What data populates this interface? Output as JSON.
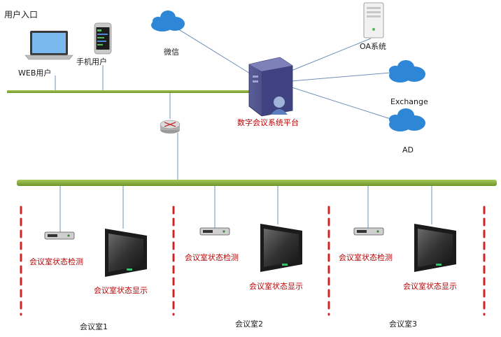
{
  "labels": {
    "user_entry": "用户入口",
    "web_user": "WEB用户",
    "mobile_user": "手机用户",
    "wechat": "微信",
    "oa": "OA系统",
    "exchange": "Exchange",
    "ad": "AD",
    "platform": "数字会议系统平台"
  },
  "rooms": [
    {
      "detect": "会议室状态检测",
      "display": "会议室状态显示",
      "name": "会议室1"
    },
    {
      "detect": "会议室状态检测",
      "display": "会议室状态显示",
      "name": "会议室2"
    },
    {
      "detect": "会议室状态检测",
      "display": "会议室状态显示",
      "name": "会议室3"
    }
  ],
  "colors": {
    "bus": "#8db43a",
    "link": "#6f8fb8",
    "cloud": "#2e86d6",
    "divider": "#d02525",
    "label_red": "#c00000",
    "server": "#4a4e86"
  }
}
